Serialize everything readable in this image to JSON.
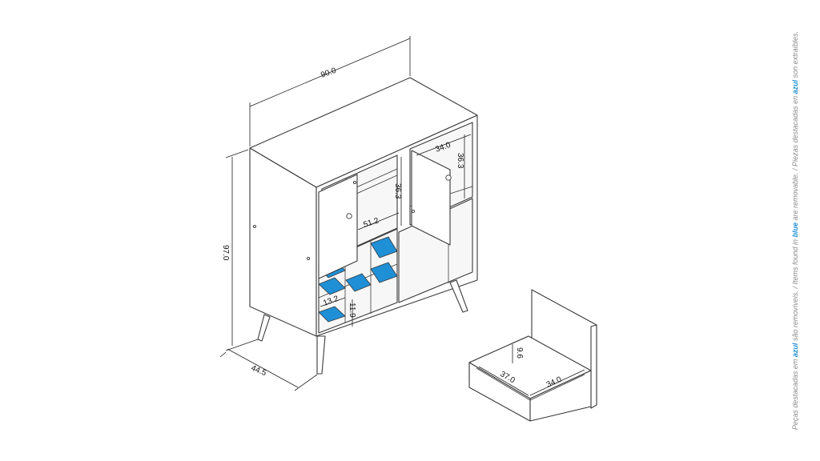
{
  "dimensions": {
    "width": "90.0",
    "height": "97.0",
    "depth": "44.5",
    "door_height_left": "36.3",
    "door_height_right": "36.3",
    "door_width": "34.0",
    "niche_width": "51.2",
    "cubby_width": "13.2",
    "cubby_height": "11.9",
    "drawer_height": "9.6",
    "drawer_depth": "37.0",
    "drawer_width": "34.0"
  },
  "note": {
    "pt_prefix": "Peças destacadas em ",
    "pt_word": "azul",
    "pt_suffix": " são removíveis.",
    "separator1": " / ",
    "en_prefix": "Items found in ",
    "en_word": "blue",
    "en_suffix": " are removable.",
    "separator2": " / ",
    "es_prefix": "Piezas destacadas en ",
    "es_word": "azul",
    "es_suffix": " son extraíbles."
  },
  "colors": {
    "removable": "#1f8fd6",
    "line": "#3a3a3a",
    "note_text": "#8a8a8a"
  }
}
